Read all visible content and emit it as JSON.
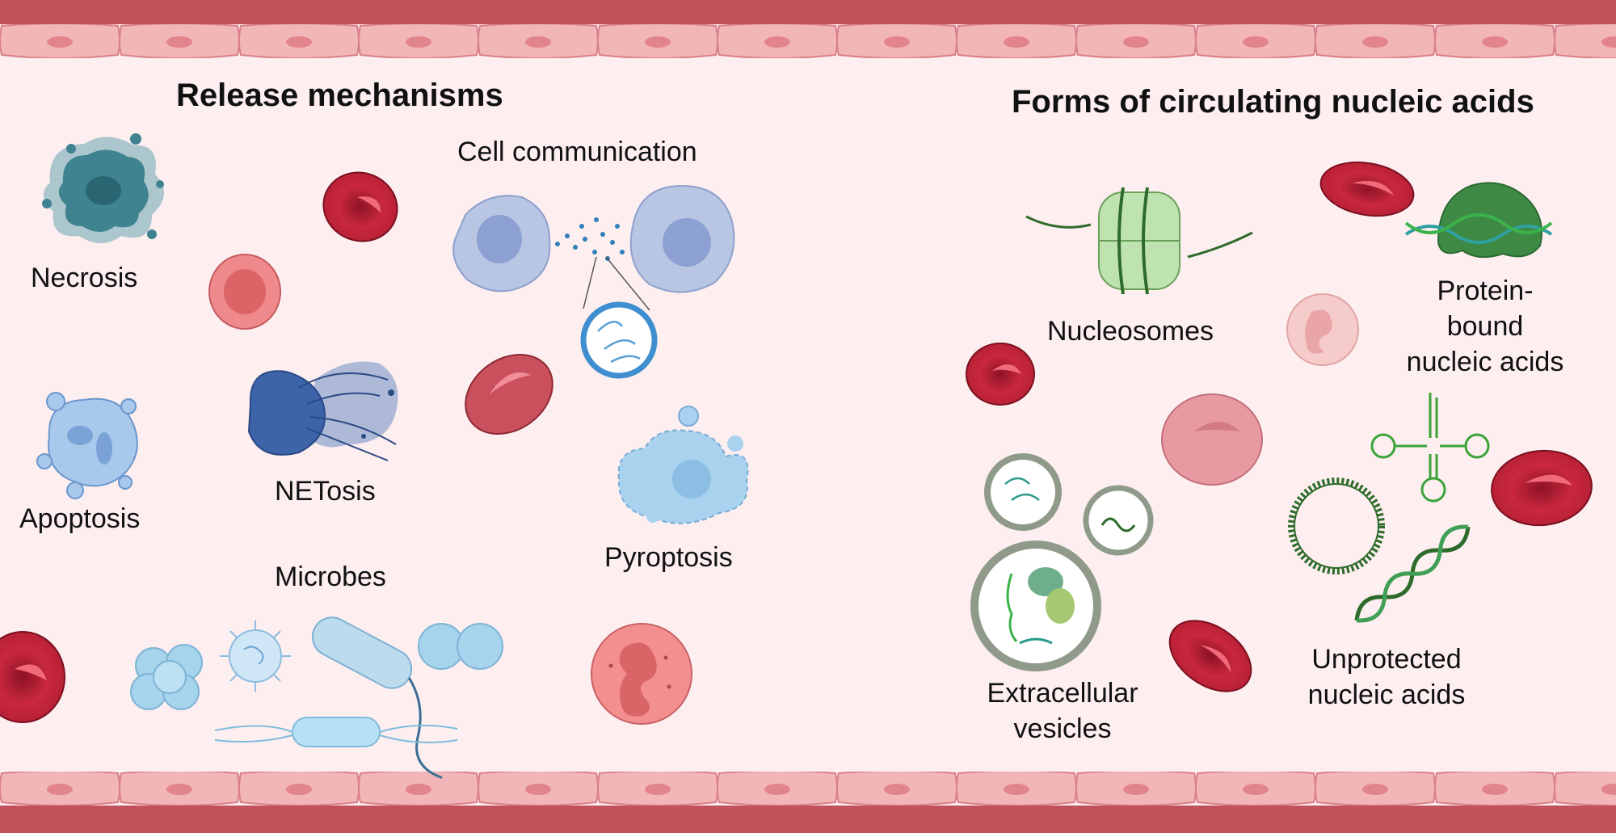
{
  "headings": {
    "release": "Release mechanisms",
    "forms": "Forms of circulating nucleic acids"
  },
  "release_mechanisms": {
    "necrosis": "Necrosis",
    "cell_communication": "Cell communication",
    "apoptosis": "Apoptosis",
    "netosis": "NETosis",
    "pyroptosis": "Pyroptosis",
    "microbes": "Microbes"
  },
  "forms": {
    "nucleosomes": "Nucleosomes",
    "protein_bound_1": "Protein-",
    "protein_bound_2": "bound",
    "protein_bound_3": "nucleic acids",
    "extracellular_1": "Extracellular",
    "extracellular_2": "vesicles",
    "unprotected_1": "Unprotected",
    "unprotected_2": "nucleic acids"
  },
  "colors": {
    "background": "#fdeef0",
    "vessel_wall": "#c2515c",
    "endothelium": "#f2b5b8",
    "red_blood_cell": "#c8283d"
  }
}
